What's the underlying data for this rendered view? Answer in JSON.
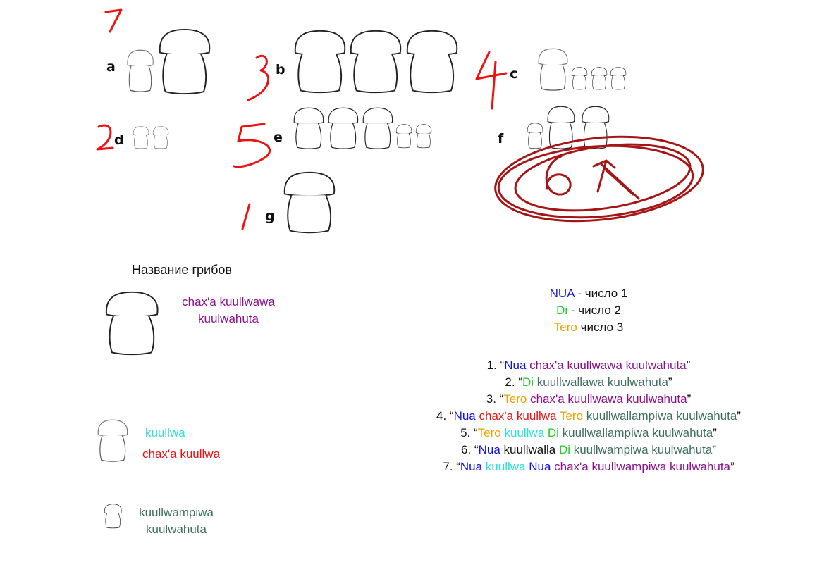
{
  "colors": {
    "nua": "#1010e0",
    "di": "#22cc22",
    "tero": "#f0a000",
    "big": "#8b0f8b",
    "small": "#28e0d8",
    "small_alt": "#ee1111",
    "tiny": "#3f6e60",
    "black": "#111111",
    "pen": "#ee1111",
    "pen_dark": "#a51515"
  },
  "group_labels": {
    "a": "a",
    "b": "b",
    "c": "c",
    "d": "d",
    "e": "e",
    "f": "f",
    "g": "g"
  },
  "handwritten": {
    "a": "7",
    "b": "3",
    "c": "4",
    "d": "2",
    "e": "5",
    "f": "6",
    "g": "1"
  },
  "legend": {
    "title": "Название грибов",
    "big_line1": "chax'a kuullwawa",
    "big_line2": "kuulwahuta",
    "small_a": "kuullwa",
    "small_b": "chax'a kuullwa",
    "tiny_line1": "kuullwampiwa",
    "tiny_line2": "kuulwahuta"
  },
  "numbers": {
    "nua": "NUA",
    "nua_rest": " - число 1",
    "di": "Di",
    "di_rest": " - число 2",
    "tero": "Tero",
    "tero_rest": " число 3"
  },
  "sentences": [
    [
      {
        "t": "1. “",
        "c": "black"
      },
      {
        "t": "Nua",
        "c": "nua"
      },
      {
        "t": " chax'a kuullwawa kuulwahuta",
        "c": "big"
      },
      {
        "t": "”",
        "c": "black"
      }
    ],
    [
      {
        "t": "2. “",
        "c": "black"
      },
      {
        "t": "Di",
        "c": "di"
      },
      {
        "t": " kuullwallawa kuulwahuta",
        "c": "tiny"
      },
      {
        "t": "”",
        "c": "black"
      }
    ],
    [
      {
        "t": "3. “",
        "c": "black"
      },
      {
        "t": "Tero",
        "c": "tero"
      },
      {
        "t": " chax'a kuullwawa kuulwahuta",
        "c": "big"
      },
      {
        "t": "”",
        "c": "black"
      }
    ],
    [
      {
        "t": "4. “",
        "c": "black"
      },
      {
        "t": "Nua",
        "c": "nua"
      },
      {
        "t": " chax'a kuullwa",
        "c": "small_alt"
      },
      {
        "t": " Tero",
        "c": "tero"
      },
      {
        "t": " kuullwallampiwa kuulwahuta",
        "c": "tiny"
      },
      {
        "t": "”",
        "c": "black"
      }
    ],
    [
      {
        "t": "5. “",
        "c": "black"
      },
      {
        "t": "Tero",
        "c": "tero"
      },
      {
        "t": " kuullwa",
        "c": "small"
      },
      {
        "t": " Di",
        "c": "di"
      },
      {
        "t": " kuullwallampiwa kuulwahuta",
        "c": "tiny"
      },
      {
        "t": "”",
        "c": "black"
      }
    ],
    [
      {
        "t": "6. “",
        "c": "black"
      },
      {
        "t": "Nua",
        "c": "nua"
      },
      {
        "t": " kuullwalla",
        "c": "black"
      },
      {
        "t": " Di",
        "c": "di"
      },
      {
        "t": " kuullwampiwa kuulwahuta",
        "c": "tiny"
      },
      {
        "t": "”",
        "c": "black"
      }
    ],
    [
      {
        "t": "7. “",
        "c": "black"
      },
      {
        "t": "Nua",
        "c": "nua"
      },
      {
        "t": " kuullwa",
        "c": "small"
      },
      {
        "t": " Nua",
        "c": "nua"
      },
      {
        "t": " chax'a kuullwampiwa kuulwahuta",
        "c": "big"
      },
      {
        "t": "”",
        "c": "black"
      }
    ]
  ]
}
